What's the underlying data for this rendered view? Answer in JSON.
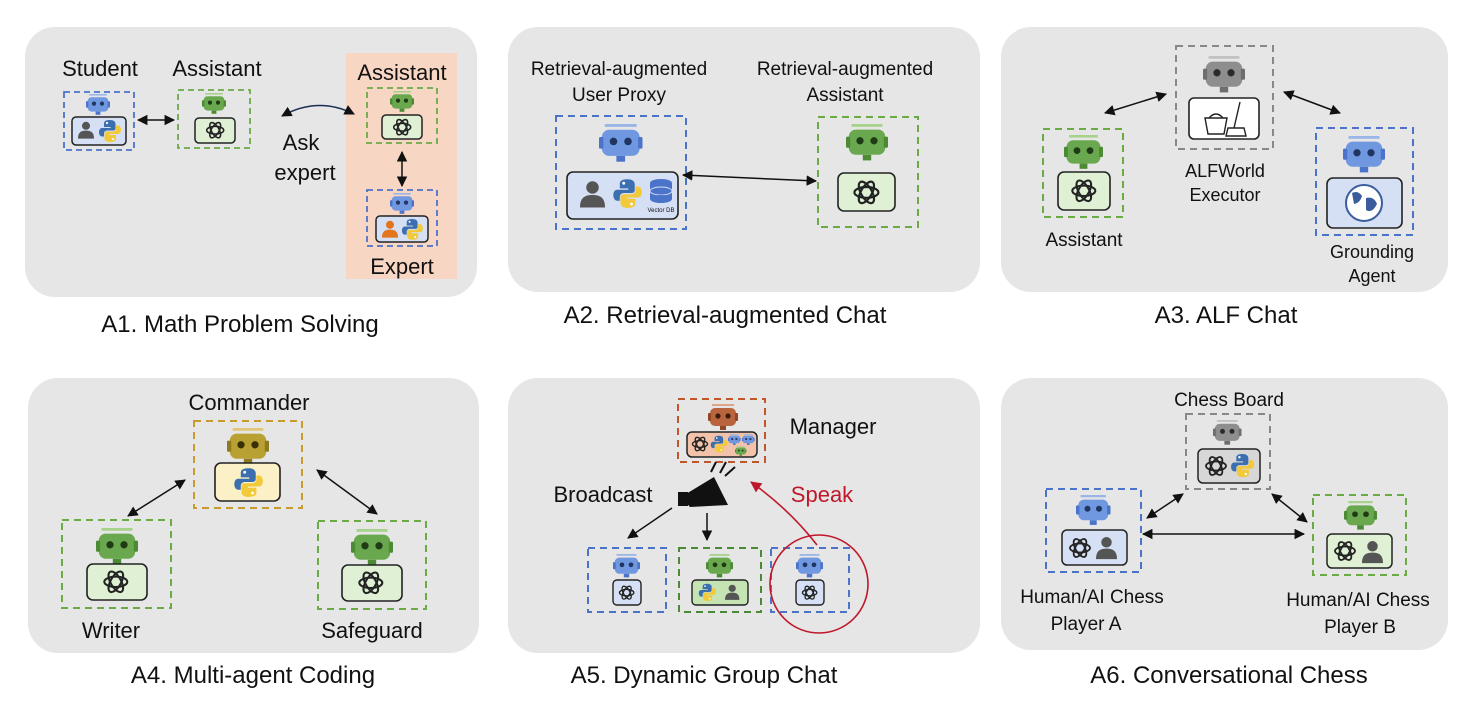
{
  "colors": {
    "panel": "#e6e6e6",
    "blue_agent": "#4a73c9",
    "green_agent": "#6aab46",
    "gray_agent": "#888888",
    "gold_agent": "#c99a2e",
    "red_agent": "#c0562a",
    "speak_red": "#c0182b",
    "expert_bg": "#f8d6c4"
  },
  "panels": {
    "a1": {
      "caption": "A1. Math Problem Solving",
      "student": "Student",
      "assistant": "Assistant",
      "assistant2": "Assistant",
      "ask_line1": "Ask",
      "ask_line2": "expert",
      "expert": "Expert"
    },
    "a2": {
      "caption": "A2. Retrieval-augmented Chat",
      "proxy_line1": "Retrieval-augmented",
      "proxy_line2": "User Proxy",
      "assistant_line1": "Retrieval-augmented",
      "assistant_line2": "Assistant",
      "db_label": "Vector DB"
    },
    "a3": {
      "caption": "A3. ALF Chat",
      "assistant": "Assistant",
      "executor_line1": "ALFWorld",
      "executor_line2": "Executor",
      "grounding_line1": "Grounding",
      "grounding_line2": "Agent"
    },
    "a4": {
      "caption": "A4. Multi-agent Coding",
      "commander": "Commander",
      "writer": "Writer",
      "safeguard": "Safeguard"
    },
    "a5": {
      "caption": "A5. Dynamic Group Chat",
      "manager": "Manager",
      "broadcast": "Broadcast",
      "speak": "Speak"
    },
    "a6": {
      "caption": "A6. Conversational Chess",
      "board": "Chess Board",
      "player_a_line1": "Human/AI Chess",
      "player_a_line2": "Player A",
      "player_b_line1": "Human/AI Chess",
      "player_b_line2": "Player B"
    }
  }
}
